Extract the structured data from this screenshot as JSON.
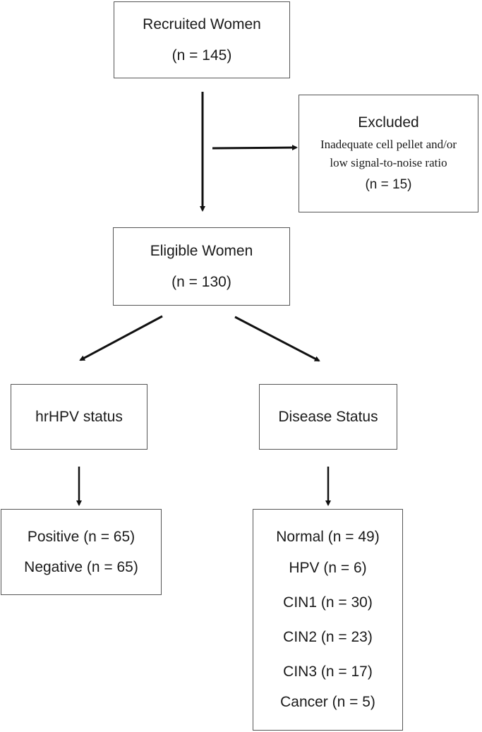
{
  "recruited": {
    "title": "Recruited Women",
    "count": "(n = 145)"
  },
  "excluded": {
    "title": "Excluded",
    "reason_line1": "Inadequate cell pellet and/or",
    "reason_line2": "low signal-to-noise ratio",
    "count": "(n = 15)"
  },
  "eligible": {
    "title": "Eligible Women",
    "count": "(n = 130)"
  },
  "hrhpv": {
    "title": "hrHPV status",
    "items": [
      "Positive (n = 65)",
      "Negative (n = 65)"
    ]
  },
  "disease": {
    "title": "Disease Status",
    "items": [
      "Normal (n = 49)",
      "HPV (n = 6)",
      "CIN1 (n = 30)",
      "CIN2 (n = 23)",
      "CIN3 (n = 17)",
      "Cancer (n = 5)"
    ]
  }
}
